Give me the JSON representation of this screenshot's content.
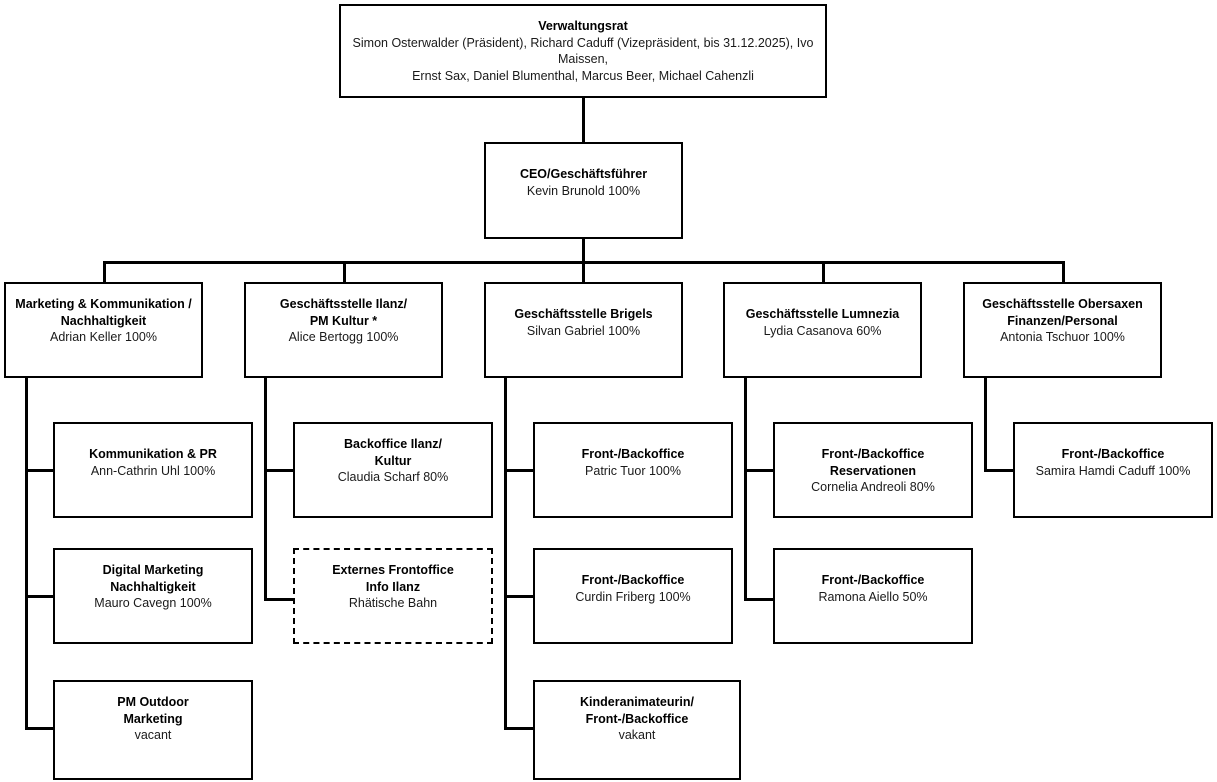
{
  "document": {
    "type": "organizational-chart",
    "orientation": "top-down"
  },
  "nodes": {
    "board": {
      "title": "Verwaltungsrat",
      "members": "Simon Osterwalder (Präsident), Richard Caduff (Vizepräsident, bis 31.12.2025), Ivo Maissen,",
      "members2": "Ernst Sax, Daniel Blumenthal, Marcus Beer, Michael Cahenzli"
    },
    "ceo": {
      "title": "CEO/Geschäftsführer",
      "person": "Kevin Brunold 100%"
    },
    "marketing": {
      "title1": "Marketing & Kommunikation /",
      "title2": "Nachhaltigkeit",
      "person": "Adrian Keller 100%"
    },
    "ilanz": {
      "title1": "Geschäftsstelle Ilanz/",
      "title2": "PM Kultur *",
      "person": "Alice Bertogg 100%"
    },
    "brigels": {
      "title": "Geschäftsstelle Brigels",
      "person": "Silvan Gabriel 100%"
    },
    "lumnezia": {
      "title": "Geschäftsstelle Lumnezia",
      "person": "Lydia Casanova 60%"
    },
    "obersaxen": {
      "title1": "Geschäftsstelle Obersaxen",
      "title2": "Finanzen/Personal",
      "person": "Antonia Tschuor 100%"
    },
    "kommunikation_pr": {
      "title": "Kommunikation & PR",
      "person": "Ann-Cathrin Uhl 100%"
    },
    "digital_marketing": {
      "title1": "Digital Marketing",
      "title2": "Nachhaltigkeit",
      "person": "Mauro Cavegn 100%"
    },
    "pm_outdoor": {
      "title1": "PM Outdoor",
      "title2": "Marketing",
      "person": "vacant"
    },
    "backoffice_ilanz": {
      "title1": "Backoffice Ilanz/",
      "title2": "Kultur",
      "person": "Claudia Scharf 80%"
    },
    "externes_frontoffice": {
      "title1": "Externes Frontoffice",
      "title2": "Info Ilanz",
      "person": "Rhätische Bahn"
    },
    "brigels_fb1": {
      "title": "Front-/Backoffice",
      "person": "Patric Tuor 100%"
    },
    "brigels_fb2": {
      "title": "Front-/Backoffice",
      "person": "Curdin Friberg 100%"
    },
    "kinderanimateurin": {
      "title1": "Kinderanimateurin/",
      "title2": "Front-/Backoffice",
      "person": "vakant"
    },
    "lumnezia_res": {
      "title": "Front-/Backoffice Reservationen",
      "person": "Cornelia Andreoli 80%"
    },
    "lumnezia_fb": {
      "title": "Front-/Backoffice",
      "person": "Ramona Aiello 50%"
    },
    "obersaxen_fb": {
      "title": "Front-/Backoffice",
      "person": "Samira Hamdi Caduff 100%"
    }
  },
  "style": {
    "line_color": "#000000",
    "box_border_color": "#000000",
    "background": "#ffffff"
  }
}
